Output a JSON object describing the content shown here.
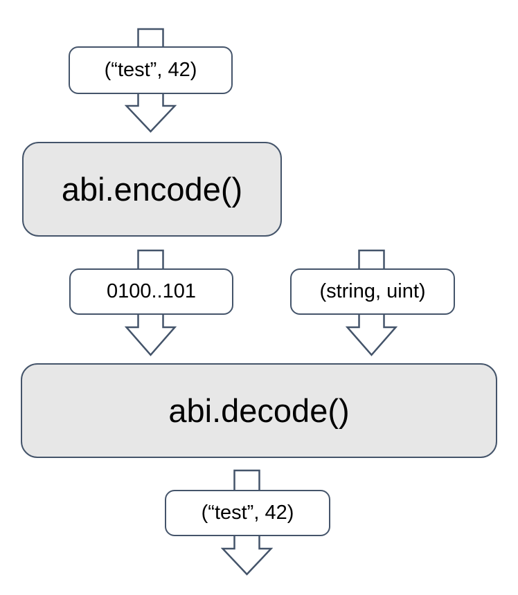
{
  "colors": {
    "stroke": "#44546A",
    "process_fill": "#E7E7E7",
    "label_fill": "#FFFFFF",
    "text": "#000000",
    "background": "#FFFFFF"
  },
  "nodes": {
    "input_label": "(“test”, 42)",
    "encode_box": "abi.encode()",
    "encoded_label": "0100..101",
    "types_label": "(string, uint)",
    "decode_box": "abi.decode()",
    "output_label": "(“test”, 42)"
  }
}
